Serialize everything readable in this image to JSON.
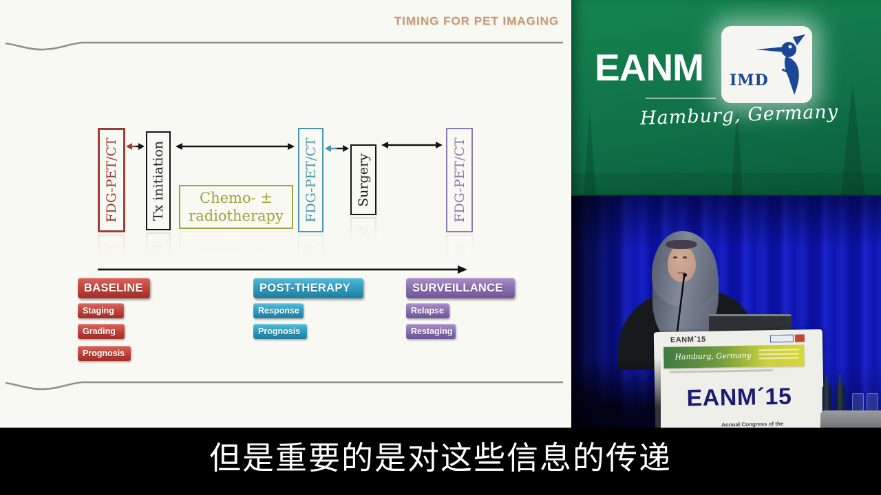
{
  "slide": {
    "title": "TIMING FOR PET IMAGING",
    "flow": {
      "fdg_label": "FDG-PET/CT",
      "tx_label": "Tx initiation",
      "chemo_line1": "Chemo- ±",
      "chemo_line2": "radiotherapy",
      "surgery_label": "Surgery"
    },
    "timeline_groups": [
      {
        "header": "BASELINE",
        "items": [
          "Staging",
          "Grading",
          "Prognosis"
        ]
      },
      {
        "header": "POST-THERAPY",
        "items": [
          "Response",
          "Prognosis"
        ]
      },
      {
        "header": "SURVEILLANCE",
        "items": [
          "Relapse",
          "Restaging"
        ]
      }
    ],
    "colors": {
      "title": "#c59b79",
      "fdg_baseline_red": "#a03c38",
      "fdg_posttherapy_blue": "#4795b2",
      "fdg_surveillance_purple": "#8a7cae",
      "chemo_olive": "#9aa73c",
      "baseline_group_red": "#c0392b",
      "posttherapy_group_teal": "#2f9cbe",
      "surveillance_group_purple": "#8b6fb0"
    }
  },
  "video": {
    "banner": {
      "org": "EANM",
      "logo_text": "IMD",
      "location": "Hamburg, Germany",
      "green": "#107247"
    },
    "podium": {
      "sign_small": "EANM´15",
      "strip_location": "Hamburg, Germany",
      "sign_large": "EANM´15",
      "sign_sub": "Annual Congress of the"
    },
    "curtain_blue": "#0d16ae"
  },
  "subtitle": {
    "text": "但是重要的是对这些信息的传递"
  }
}
